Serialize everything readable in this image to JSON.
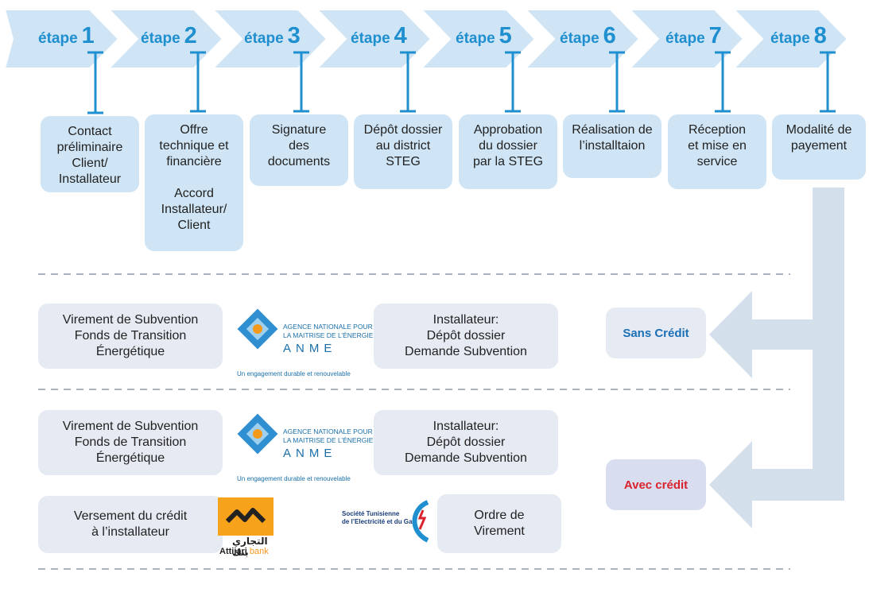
{
  "steps": [
    {
      "word": "étape",
      "num": "1",
      "text": "Contact\npréliminaire\nClient/\nInstallateur"
    },
    {
      "word": "étape",
      "num": "2",
      "text": "Offre\ntechnique et\nfinancière\n\nAccord\nInstallateur/\nClient"
    },
    {
      "word": "étape",
      "num": "3",
      "text": "Signature\ndes\ndocuments"
    },
    {
      "word": "étape",
      "num": "4",
      "text": "Dépôt dossier\nau district\nSTEG"
    },
    {
      "word": "étape",
      "num": "5",
      "text": "Approbation\ndu dossier\npar la STEG"
    },
    {
      "word": "étape",
      "num": "6",
      "text": "Réalisation de\nl’installtaion"
    },
    {
      "word": "étape",
      "num": "7",
      "text": "Réception\net mise en\nservice"
    },
    {
      "word": "étape",
      "num": "8",
      "text": "Modalité de\npayement"
    }
  ],
  "sans_credit": {
    "label": "Sans Crédit",
    "virement": "Virement de Subvention\nFonds de Transition\nÉnergétique",
    "installateur": "Installateur:\nDépôt dossier\nDemande Subvention"
  },
  "avec_credit": {
    "label": "Avec crédit",
    "virement": "Virement de Subvention\nFonds de Transition\nÉnergétique",
    "installateur": "Installateur:\nDépôt dossier\nDemande Subvention",
    "versement": "Versement du crédit\nà l’installateur",
    "ordre": "Ordre de\nVirement"
  },
  "logos": {
    "anme_line1": "AGENCE NATIONALE POUR",
    "anme_line2": "LA MAITRISE DE L’ÉNERGIE",
    "anme_name": "ANME",
    "anme_tagline": "Un engagement durable et renouvelable",
    "attijari_latin": "Attijari",
    "attijari_bank": "bank",
    "attijari_arabic": "التجاري بنك",
    "steg_line1": "Société Tunisienne",
    "steg_line2": "de l’Electricité et du Gaz"
  },
  "colors": {
    "arrow": "#cfe4f4",
    "accent_blue": "#1f8fd0",
    "sans_credit_text": "#1a6fb5",
    "avec_credit_text": "#d9232d",
    "right_arrow": "#d4dfec"
  }
}
